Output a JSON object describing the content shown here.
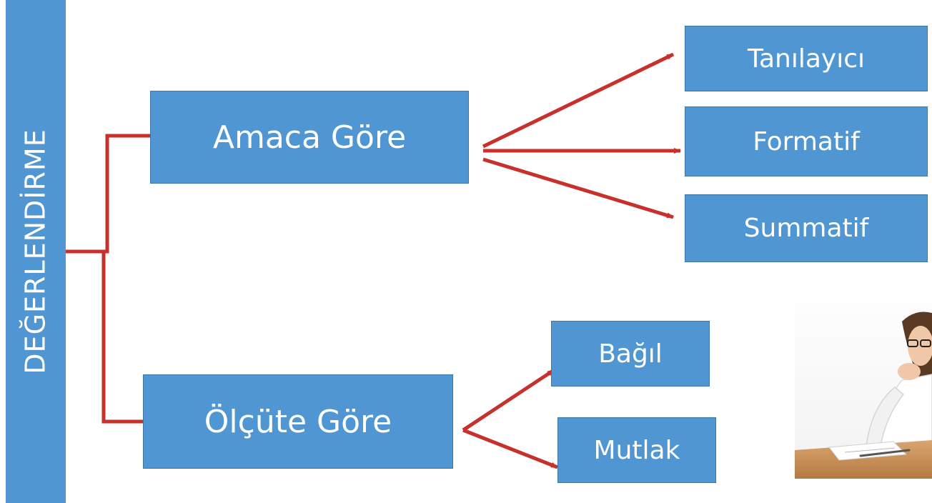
{
  "diagram": {
    "root": {
      "label": "DEĞERLENDİRME"
    },
    "categories": [
      {
        "label": "Amaca Göre",
        "children": [
          "Tanılayıcı",
          "Formatif",
          "Summatif"
        ]
      },
      {
        "label": "Ölçüte Göre",
        "children": [
          "Bağıl",
          "Mutlak"
        ]
      }
    ],
    "colors": {
      "box_fill": "#4f96d3",
      "box_border": "#3e78aa",
      "connector": "#c8302b",
      "text": "#ffffff"
    }
  }
}
